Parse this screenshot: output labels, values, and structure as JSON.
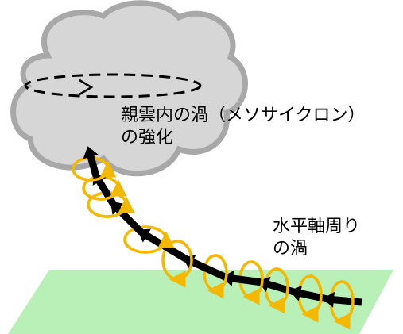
{
  "labels": {
    "parent_vortex": {
      "line1": "親雲内の渦（メソサイクロン）",
      "line2": "の強化"
    },
    "horizontal_vortex": {
      "line1": "水平軸周り",
      "line2": "の渦"
    }
  },
  "colors": {
    "cloud_fill": "#d6d6d6",
    "cloud_outline": "#a8a8a8",
    "ground": "#b8f0b8",
    "vortex_ring": "#f5b800",
    "arrow": "#000000"
  }
}
